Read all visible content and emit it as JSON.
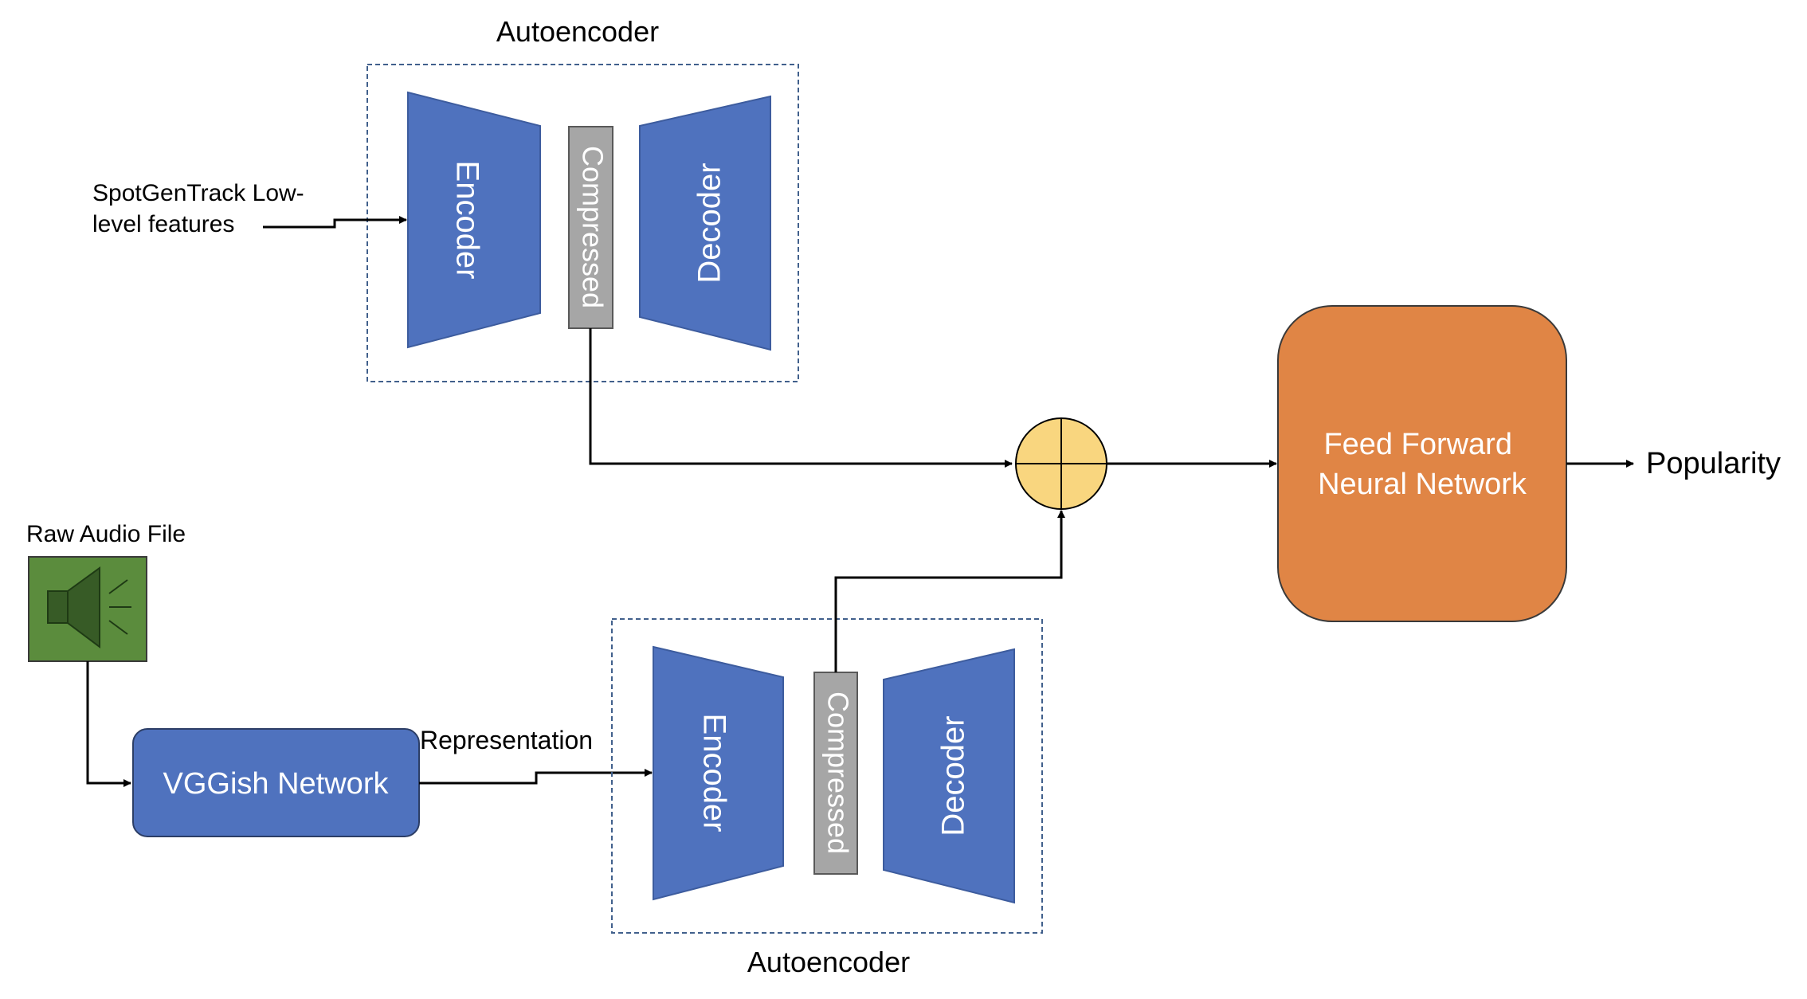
{
  "autoencoder_top": {
    "title": "Autoencoder",
    "encoder_label": "Encoder",
    "compressed_label": "Compressed",
    "decoder_label": "Decoder"
  },
  "autoencoder_bottom": {
    "title": "Autoencoder",
    "encoder_label": "Encoder",
    "compressed_label": "Compressed",
    "decoder_label": "Decoder"
  },
  "input_features": {
    "line1": "SpotGenTrack Low-",
    "line2": "level features"
  },
  "raw_audio": {
    "label": "Raw Audio File",
    "icon": "speaker-icon"
  },
  "vggish": {
    "label": "VGGish Network"
  },
  "representation_label": "Representation",
  "combine_icon": "concat-circle-icon",
  "ffnn": {
    "line1": "Feed Forward",
    "line2": "Neural Network"
  },
  "output_label": "Popularity",
  "colors": {
    "block_blue": "#4f72be",
    "compressed_gray": "#a6a6a6",
    "ffnn_orange": "#e08545",
    "combine_yellow": "#f9d67f",
    "audio_green": "#5b8c3d",
    "dashed_border": "#41608c"
  }
}
